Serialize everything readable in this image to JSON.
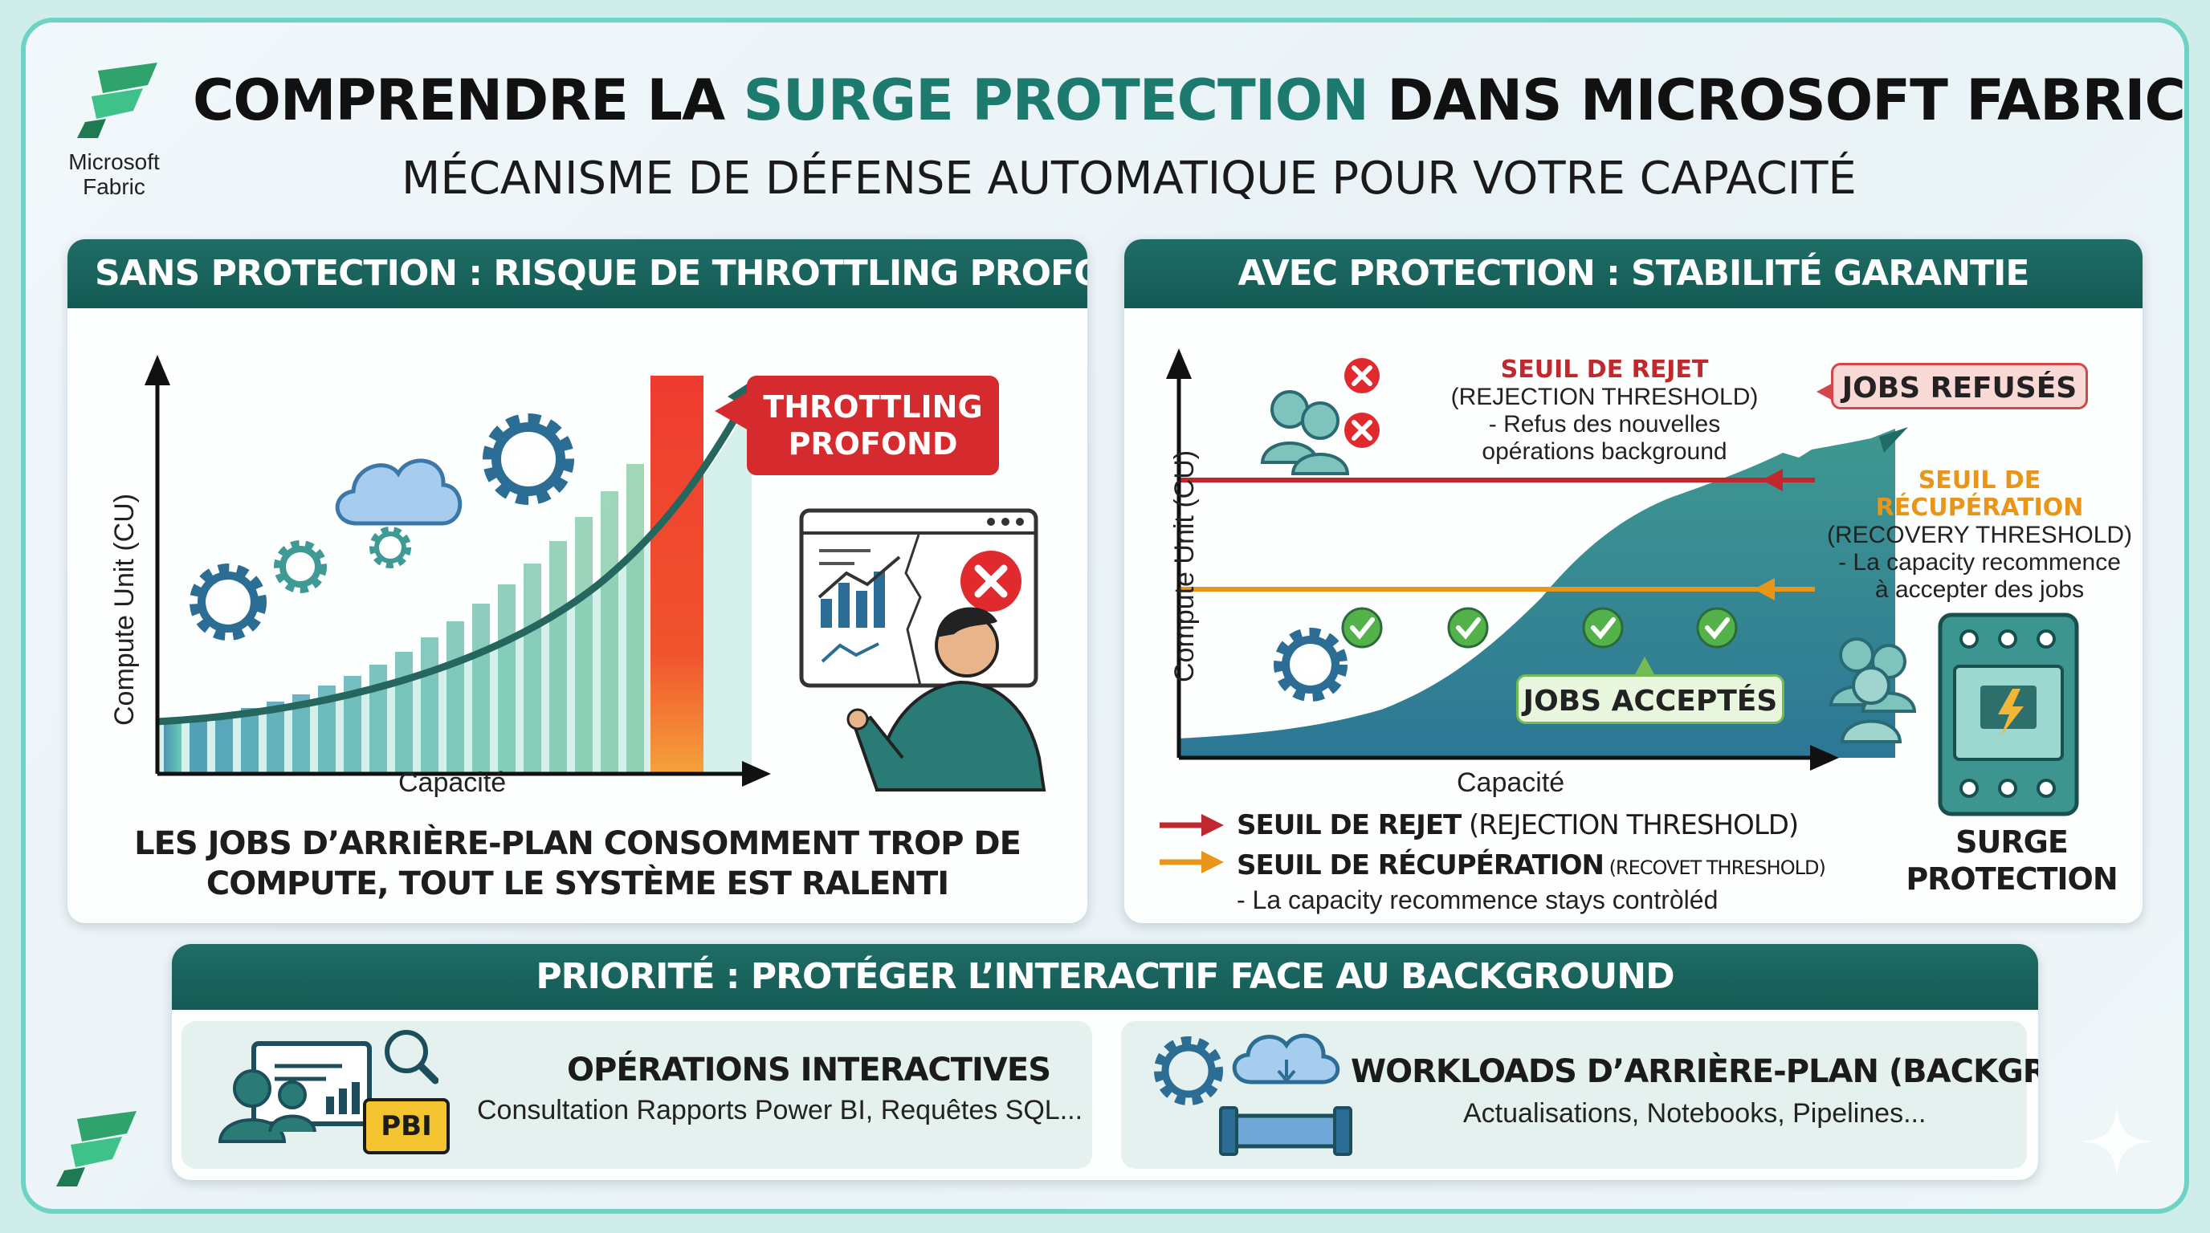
{
  "header": {
    "title_part1": "COMPRENDRE LA ",
    "title_accent": "SURGE PROTECTION",
    "title_part2": " DANS MICROSOFT FABRIC",
    "subtitle": "MÉCANISME DE DÉFENSE AUTOMATIQUE POUR VOTRE CAPACITÉ",
    "logo_text_1": "Microsoft",
    "logo_text_2": "Fabric",
    "accent_color": "#1d7a6e"
  },
  "left_panel": {
    "title": "SANS PROTECTION : RISQUE DE THROTTLING PROFOND",
    "y_axis_label": "Compute Unit (CU)",
    "x_axis_label": "Capacité",
    "callout_line1": "THROTTLING",
    "callout_line2": "PROFOND",
    "caption_line1": "LES JOBS D’ARRIÈRE-PLAN CONSOMMENT TROP DE",
    "caption_line2": "COMPUTE, TOUT LE SYSTÈME EST RALENTI",
    "icons": [
      "gear-icon",
      "cloud-icon",
      "dashboard-error-icon",
      "person-icon"
    ]
  },
  "right_panel": {
    "title": "AVEC PROTECTION : STABILITÉ GARANTIE",
    "y_axis_label": "Compute Unit (CU)",
    "x_axis_label": "Capacité",
    "rejection_title": "SEUIL DE REJET",
    "rejection_line2": "(REJECTION THRESHOLD)",
    "rejection_line3": "- Refus des nouvelles",
    "rejection_line4": "opérations background",
    "jobs_refused": "JOBS REFUSÉS",
    "recovery_title": "SEUIL DE RÉCUPÉRATION",
    "recovery_line2": "(RECOVERY THRESHOLD)",
    "recovery_line3": "- La capacity recommence",
    "recovery_line4": "à accepter des jobs",
    "jobs_accepted": "JOBS ACCEPTÉS",
    "legend_rejection_bold": "SEUIL DE REJET",
    "legend_rejection_rest": " (REJECTION THRESHOLD)",
    "legend_recovery_bold": "SEUIL DE RÉCUPÉRATION",
    "legend_recovery_rest": " (RECOVET THRESHOLD)",
    "legend_recovery_note": "- La capacity recommence stays contròléd",
    "surge_line1": "SURGE",
    "surge_line2": "PROTECTION",
    "rejection_color": "#c0282e",
    "recovery_color": "#e8951a"
  },
  "priority": {
    "title": "PRIORITÉ : PROTÉGER L’INTERACTIF FACE AU BACKGROUND",
    "interactive_title": "OPÉRATIONS INTERACTIVES",
    "interactive_text": "Consultation Rapports Power BI, Requêtes SQL...",
    "pbi_badge": "PBI",
    "background_title": "WORKLOADS D’ARRIÈRE-PLAN (BACKGROUND)",
    "background_text": "Actualisations, Notebooks, Pipelines..."
  }
}
